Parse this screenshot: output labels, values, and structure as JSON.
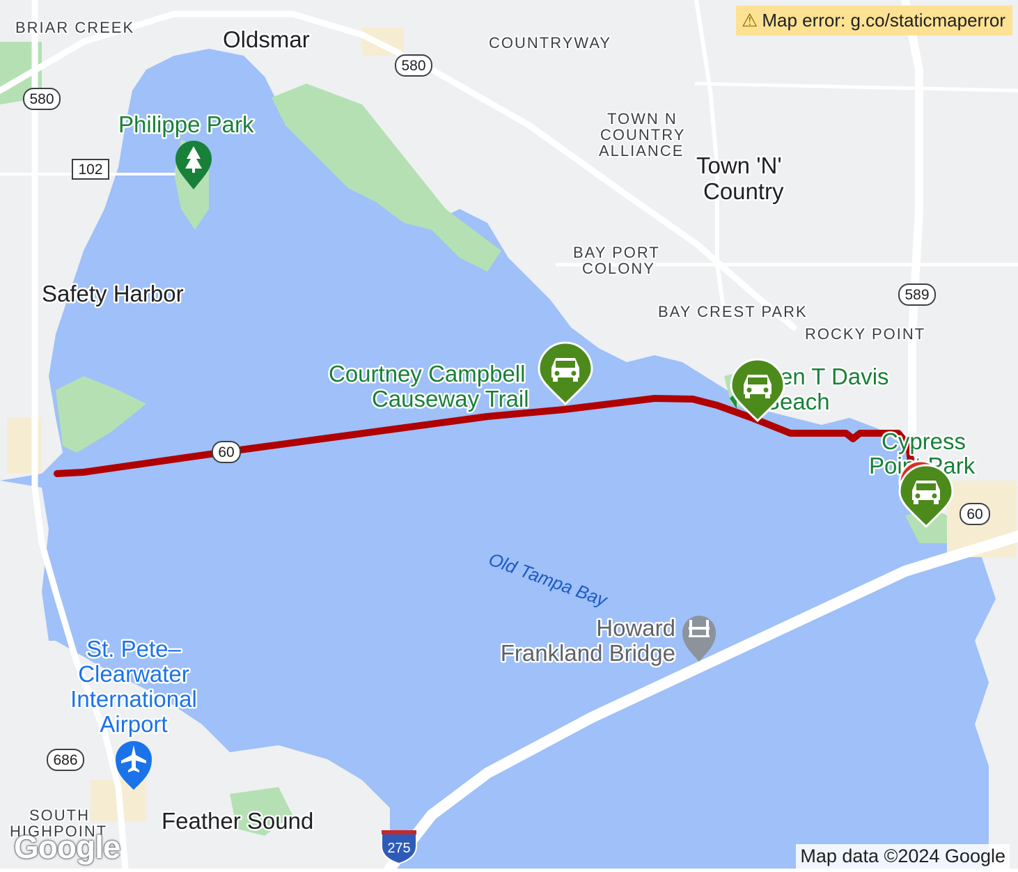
{
  "map": {
    "error_notice": "Map error: g.co/staticmaperror",
    "attribution": "Map data ©2024 Google",
    "logo_text": "Google",
    "colors": {
      "water": "#9fc0f8",
      "land": "#eef0f2",
      "park": "#b5e0b4",
      "route": "#b00000",
      "marker_green": "#4c8a1c",
      "road": "#ffffff"
    },
    "labels": {
      "briar_creek": "BRIAR CREEK",
      "oldsmar": "Oldsmar",
      "countryway": "COUNTRYWAY",
      "philippe_park": "Philippe Park",
      "town_n_country_alliance_1": "TOWN N",
      "town_n_country_alliance_2": "COUNTRY",
      "town_n_country_alliance_3": "ALLIANCE",
      "town_n_country_1": "Town 'N'",
      "town_n_country_2": "Country",
      "bay_port_colony_1": "BAY PORT",
      "bay_port_colony_2": "COLONY",
      "safety_harbor": "Safety Harbor",
      "bay_crest_park": "BAY CREST PARK",
      "rocky_point": "ROCKY POINT",
      "courtney_campbell_1": "Courtney Campbell",
      "courtney_campbell_2": "Causeway Trail",
      "ben_t_davis_1": "Ben T Davis",
      "ben_t_davis_2": "Beach",
      "cypress_point_1": "Cypress",
      "cypress_point_2": "Point Park",
      "old_tampa_bay": "Old Tampa Bay",
      "howard_frankland_1": "Howard",
      "howard_frankland_2": "Frankland Bridge",
      "airport_1": "St. Pete–",
      "airport_2": "Clearwater",
      "airport_3": "International",
      "airport_4": "Airport",
      "south_highpoint_1": "SOUTH",
      "south_highpoint_2": "HIGHPOINT",
      "feather_sound": "Feather Sound"
    },
    "shields": {
      "r580_west": "580",
      "r580_north": "580",
      "r102": "102",
      "r589": "589",
      "r60_east": "60",
      "r60_west": "60",
      "r686": "686",
      "i275": "275"
    },
    "icons": {
      "park_marker": "tree-icon",
      "car_marker": "car-icon",
      "bridge_marker": "bridge-icon",
      "airport_marker": "airplane-icon",
      "warning": "warning-icon"
    }
  }
}
